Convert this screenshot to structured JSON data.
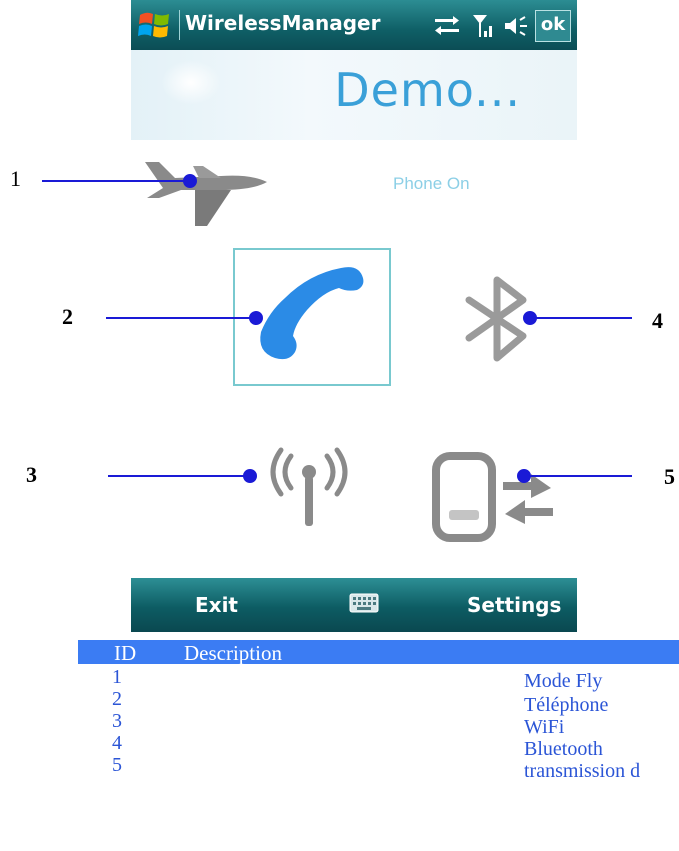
{
  "window": {
    "title": "WirelessManager",
    "ok_label": "ok",
    "header_title": "Demo...",
    "status_text": "Phone On"
  },
  "softkeys": {
    "left": "Exit",
    "right": "Settings"
  },
  "callouts": [
    "1",
    "2",
    "3",
    "4",
    "5"
  ],
  "table": {
    "headers": {
      "id": "ID",
      "description": "Description"
    },
    "rows": [
      {
        "id": "1",
        "description": "Mode Fly"
      },
      {
        "id": "2",
        "description": "Téléphone"
      },
      {
        "id": "3",
        "description": "WiFi"
      },
      {
        "id": "4",
        "description": "Bluetooth"
      },
      {
        "id": "5",
        "description": "transmission d"
      }
    ]
  },
  "icons": {
    "start": "windows-flag-icon",
    "sync": "sync-arrows-icon",
    "signal": "signal-strength-icon",
    "volume": "speaker-icon",
    "airplane": "airplane-icon",
    "phone": "phone-handset-icon",
    "bluetooth": "bluetooth-icon",
    "wifi": "antenna-icon",
    "data": "device-sync-icon",
    "keyboard": "keyboard-icon"
  },
  "colors": {
    "titlebar": "#0f5f66",
    "header_text": "#3aa0d8",
    "phone_blue": "#2b8be6",
    "callout_line": "#1a1ad6",
    "table_header": "#3b7cf3",
    "table_text": "#2b55d6"
  }
}
